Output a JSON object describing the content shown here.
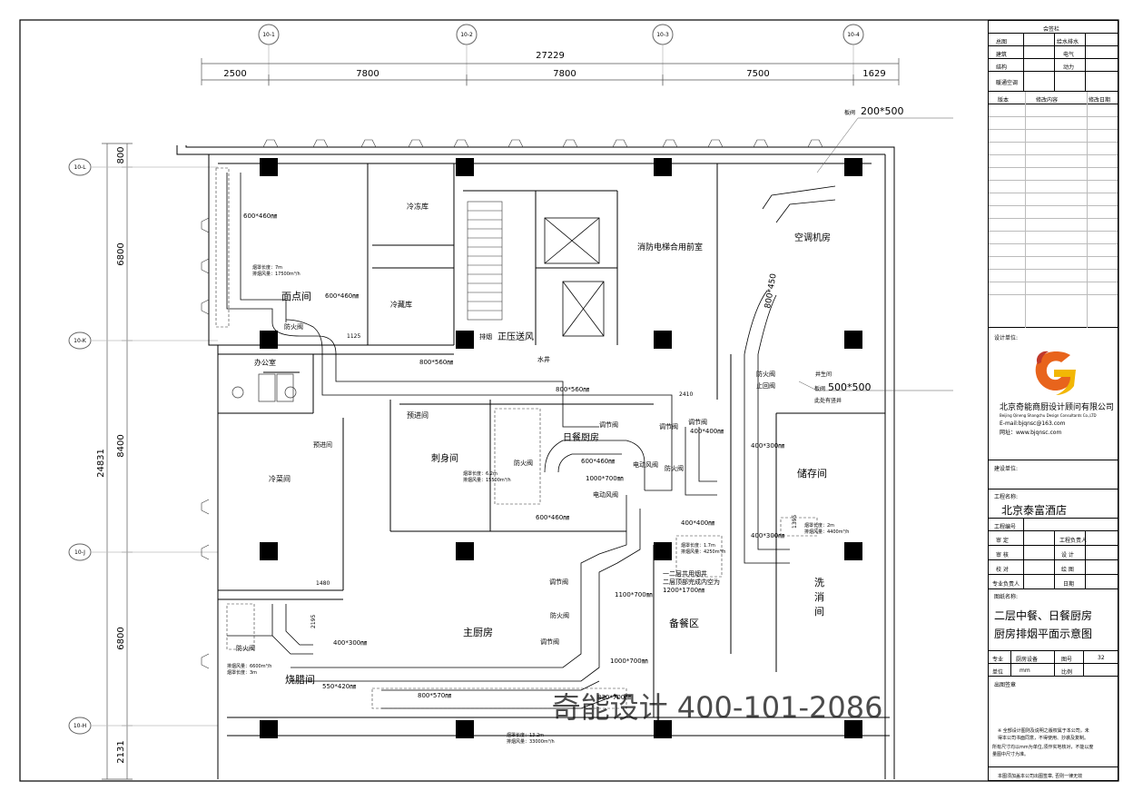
{
  "grid": {
    "columns": [
      "10-1",
      "10-2",
      "10-3",
      "10-4"
    ],
    "rows": [
      "10-L",
      "10-K",
      "10-J",
      "10-H"
    ]
  },
  "dimensions": {
    "total": "27229",
    "spans": [
      "2500",
      "7800",
      "7800",
      "7500",
      "1629"
    ],
    "left_total": "24831",
    "left_spans": [
      "800",
      "6800",
      "8400",
      "6800",
      "2131"
    ],
    "misc": [
      "1125",
      "2410",
      "1480",
      "2195",
      "1395"
    ]
  },
  "rooms": {
    "noodle": "面点间",
    "freezer": "冷冻库",
    "cold_storage": "冷藏库",
    "elevator_lobby": "消防电梯合用前室",
    "ac_room": "空调机房",
    "pressure_fan": "正压送风",
    "exhaust": "排烟",
    "water_pipe": "水井",
    "office": "办公室",
    "pre_entry": "预进间",
    "japanese_kitchen": "日餐厨房",
    "sashimi": "刺身间",
    "cold_dish": "冷菜间",
    "storage": "储存间",
    "main_kitchen": "主厨房",
    "prep_area": "备餐区",
    "wash": "洗",
    "wash2": "消",
    "wash3": "间",
    "roast": "烧腊间",
    "pre_entry2": "预进间",
    "well_note": "井生间",
    "shaft_note": "此处有竖井"
  },
  "ducts": {
    "d600x460": "600*460㎜",
    "d600x460b": "600*460㎜",
    "d600x460c": "600*460㎜",
    "d600x460d": "600*460㎜",
    "d800x560": "800*560㎜",
    "d800x560b": "800*560㎜",
    "d400x400": "400*400㎜",
    "d400x400b": "400*400㎜",
    "d400x300": "400*300㎜",
    "d400x300b": "400*300㎜",
    "d400x300c": "400*300㎜",
    "d1000x700": "1000*700㎜",
    "d1000x700b": "1000*700㎜",
    "d1100x700": "1100*700㎜",
    "d550x420": "550*420㎜",
    "d800x570": "800*570㎜",
    "d830x700": "830*700㎜",
    "d200x500": "200*500",
    "d500x500": "500*500",
    "d800x450": "800*450",
    "tag_200": "板阀",
    "tag_500": "板阀"
  },
  "valves": {
    "fire": "防火阀",
    "fire2": "防火阀",
    "fire3": "防火阀",
    "fire4": "防火阀",
    "fire5": "防火阀",
    "fire6": "防火阀",
    "check": "止回阀",
    "adj1": "调节阀",
    "adj2": "调节阀",
    "adj3": "调节阀",
    "adj4": "调节阀",
    "adj5": "调节阀",
    "elec1": "电动风阀",
    "elec2": "电动风阀"
  },
  "notes": {
    "hood1_len": "烟罩长度：7m",
    "hood1_air": "排烟风量：17500m³/h",
    "hood2_len": "烟罩长度：6.2m",
    "hood2_air": "排烟风量：15500m³/h",
    "hood3_len": "烟罩长度：1.7m",
    "hood3_air": "排烟风量：4250m³/h",
    "hood4_len": "烟罩长度：2m",
    "hood4_air": "排烟风量：4400m³/h",
    "hood5_air": "排烟风量：6600m³/h",
    "hood5_len": "烟罩长度：3m",
    "hood6_len": "烟罩长度：13.2m",
    "hood6_air": "排烟风量：33000m³/h",
    "shaft1": "一二层共用烟井",
    "shaft2": "二层顶部完成内空为",
    "shaft3": "1200*1700㎜"
  },
  "watermark": "奇能设计  400-101-2086",
  "title_block": {
    "sign_header": "会签栏",
    "sign_rows": [
      [
        "总图",
        "给水排水"
      ],
      [
        "建筑",
        "电气"
      ],
      [
        "结构",
        "动力"
      ],
      [
        "暖通空调",
        ""
      ]
    ],
    "rev_headers": [
      "版本",
      "修改内容",
      "修改日期"
    ],
    "design_unit_label": "设计单位:",
    "company_cn": "北京奇能商厨设计顾问有限公司",
    "company_en": "Beijing Qineng Shangchu Design Consultants Co.,LTD",
    "email": "E-mail:bjqnsc@163.com",
    "website": "网址：www.bjqnsc.com",
    "client_label": "建设单位:",
    "project_label": "工程名称:",
    "project_name": "北京泰富酒店",
    "project_no_label": "工程编号",
    "role_rows": [
      [
        "审  定",
        "工程负责人"
      ],
      [
        "审  核",
        "设  计"
      ],
      [
        "校  对",
        "绘  图"
      ],
      [
        "专业负责人",
        "日期"
      ]
    ],
    "drawing_label": "图纸名称:",
    "drawing_title_1": "二层中餐、日餐厨房",
    "drawing_title_2": "厨房排烟平面示意图",
    "meta": [
      [
        "专业",
        "厨房设备",
        "图号",
        "32"
      ],
      [
        "单位",
        "mm",
        "比例",
        ""
      ]
    ],
    "stamp_label": "出图签章",
    "note_1": "※ 全部设计图则及说明之版权属于本公司，未",
    "note_2": "得本公司书面同意，不得使用、抄袭及复制。",
    "note_3": "所有尺寸均以mm为单位,须作实地核对，不能以度",
    "note_4": "量图中尺寸为准。",
    "footer": "本图须加盖本公司出图签章, 否则一律无效"
  }
}
